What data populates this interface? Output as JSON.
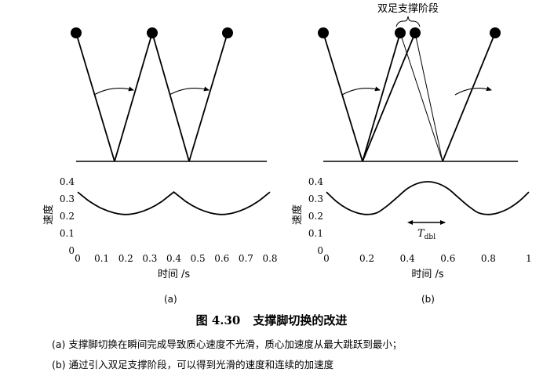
{
  "figure": {
    "number": "图 4.30",
    "title": "支撑脚切换的改进",
    "double_support_label": "双足支撑阶段",
    "tdbl_label": "T",
    "tdbl_sub": "dbl",
    "caption_a": "(a) 支撑脚切换在瞬间完成导致质心速度不光滑，质心加速度从最大跳跃到最小；",
    "caption_b": "(b) 通过引入双足支撑阶段，可以得到光滑的速度和连续的加速度",
    "label_a": "(a)",
    "label_b": "(b)"
  },
  "colors": {
    "ink": "#000000",
    "background": "#ffffff"
  },
  "chart_data": [
    {
      "type": "line",
      "panel": "a",
      "ylabel": "速度",
      "xlabel": "时间 /s",
      "xlim": [
        0,
        0.8
      ],
      "ylim": [
        0,
        0.4
      ],
      "xticks": [
        "0",
        "0.1",
        "0.2",
        "0.3",
        "0.4",
        "0.5",
        "0.6",
        "0.7",
        "0.8"
      ],
      "yticks": [
        "0",
        "0.1",
        "0.2",
        "0.3",
        "0.4"
      ],
      "series": [
        {
          "x": [
            0,
            0.05,
            0.1,
            0.15,
            0.2,
            0.25,
            0.3,
            0.35,
            0.4,
            0.45,
            0.5,
            0.55,
            0.6,
            0.65,
            0.7,
            0.75,
            0.8
          ],
          "values": [
            0.34,
            0.285,
            0.245,
            0.22,
            0.21,
            0.22,
            0.245,
            0.285,
            0.34,
            0.285,
            0.245,
            0.22,
            0.21,
            0.22,
            0.245,
            0.285,
            0.34
          ]
        }
      ]
    },
    {
      "type": "line",
      "panel": "b",
      "ylabel": "速度",
      "xlabel": "时间 /s",
      "xlim": [
        0,
        1
      ],
      "ylim": [
        0,
        0.4
      ],
      "xticks": [
        "0",
        "0.2",
        "0.4",
        "0.6",
        "0.8",
        "1"
      ],
      "yticks": [
        "0",
        "0.1",
        "0.2",
        "0.3",
        "0.4"
      ],
      "series": [
        {
          "x": [
            0,
            0.05,
            0.1,
            0.15,
            0.2,
            0.25,
            0.3,
            0.35,
            0.4,
            0.45,
            0.5,
            0.55,
            0.6,
            0.65,
            0.7,
            0.75,
            0.8,
            0.85,
            0.9,
            0.95,
            1.0
          ],
          "values": [
            0.34,
            0.285,
            0.245,
            0.22,
            0.21,
            0.22,
            0.26,
            0.31,
            0.36,
            0.39,
            0.4,
            0.39,
            0.36,
            0.31,
            0.26,
            0.22,
            0.21,
            0.22,
            0.245,
            0.285,
            0.34
          ]
        }
      ]
    }
  ]
}
